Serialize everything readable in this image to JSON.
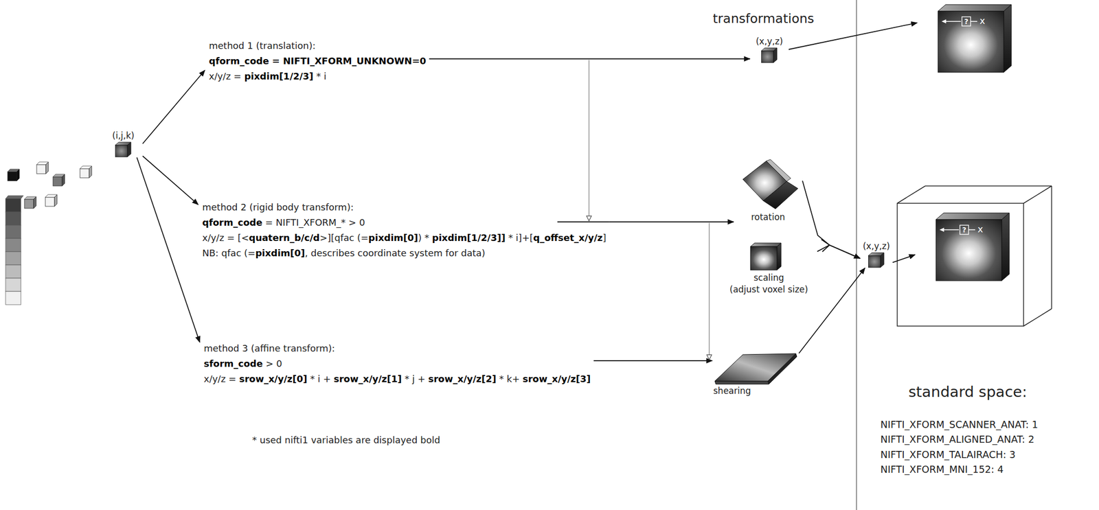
{
  "diagram": {
    "nodes": [
      {
        "text": [
          "(i,j,k)"
        ]
      },
      {
        "text": [
          "method 1 (translation):",
          "qform_code = NIFTI_XFORM_UNKNOWN=0",
          "x/y/z = pixdim[1/2/3] * i"
        ]
      },
      {
        "text": [
          "method 2 (rigid body transform):",
          "qform_code = NIFTI_XFORM_* > 0",
          "x/y/z = [<quatern_b/c/d>][qfac (=pixdim[0]) * pixdim[1/2/3]] * i]+[q_offset_x/y/z]",
          "NB: qfac (=pixdim[0], describes coordinate system for data)"
        ]
      },
      {
        "text": [
          "method 3 (affine transform):",
          "sform_code > 0",
          "x/y/z = srow_x/y/z[0] * i + srow_x/y/z[1] * j + srow_x/y/z[2] * k+ srow_x/y/z[3]"
        ]
      },
      {
        "text": [
          "(x,y,z)"
        ]
      },
      {
        "text": [
          "rotation"
        ]
      },
      {
        "text": [
          "scaling (adjust voxel size)"
        ]
      },
      {
        "text": [
          "shearing"
        ]
      },
      {
        "text": [
          "(x,y,z)"
        ]
      },
      {
        "text": [
          "?",
          "x"
        ]
      },
      {
        "text": [
          "?",
          "x"
        ]
      }
    ],
    "edges": [
      {
        "from": 0,
        "to": 1,
        "arrow": "to"
      },
      {
        "from": 0,
        "to": 2,
        "arrow": "to"
      },
      {
        "from": 0,
        "to": 3,
        "arrow": "to"
      },
      {
        "from": 1,
        "to": 4,
        "arrow": "to"
      },
      {
        "from": 2,
        "to": 5,
        "arrow": "to"
      },
      {
        "from": 3,
        "to": 7,
        "arrow": "to"
      },
      {
        "from": 4,
        "to": 9,
        "arrow": "to"
      },
      {
        "from": 5,
        "to": 8,
        "arrow": "to"
      },
      {
        "from": 6,
        "to": 8,
        "arrow": "to"
      },
      {
        "from": 7,
        "to": 8,
        "arrow": "to"
      },
      {
        "from": 8,
        "to": 10,
        "arrow": "to"
      }
    ],
    "labels": [
      "transformations",
      "* used nifti1 variables are displayed bold",
      "standard space:",
      "NIFTI_XFORM_SCANNER_ANAT: 1",
      "NIFTI_XFORM_ALIGNED_ANAT: 2",
      "NIFTI_XFORM_TALAIRACH: 3",
      "NIFTI_XFORM_MNI_152: 4"
    ]
  }
}
